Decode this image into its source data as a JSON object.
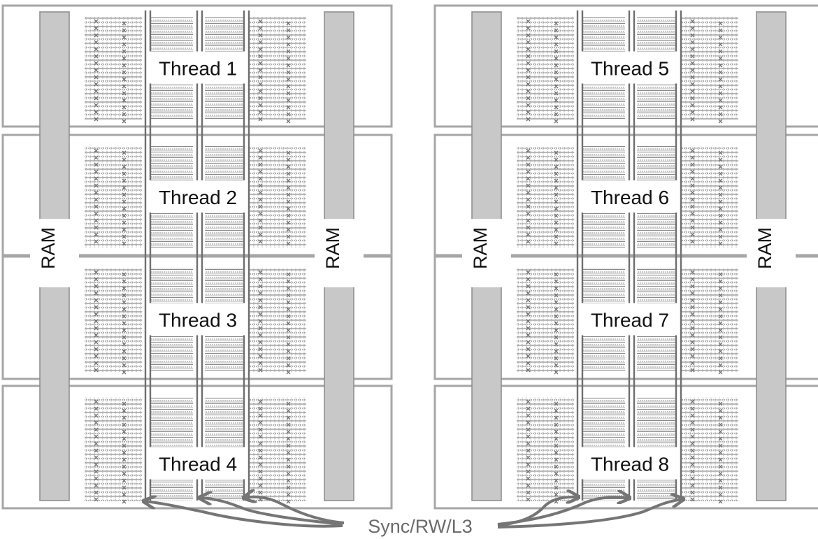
{
  "clusters": [
    {
      "ram_labels": [
        "RAM",
        "RAM"
      ],
      "threads": [
        "Thread 1",
        "Thread 2",
        "Thread 3",
        "Thread 4"
      ]
    },
    {
      "ram_labels": [
        "RAM",
        "RAM"
      ],
      "threads": [
        "Thread 5",
        "Thread 6",
        "Thread 7",
        "Thread 8"
      ]
    }
  ],
  "caption": "Sync/RW/L3",
  "colors": {
    "frame_stroke": "#a6a6a6",
    "ram_fill": "#c8c8c8",
    "ram_stroke": "#8a8a8a",
    "circuit": "#808080",
    "bus": "#6e6e6e",
    "arrow": "#757575",
    "text": "#111111",
    "caption_text": "#6b6b6b"
  },
  "icons": {
    "circuit": "gate-array-pattern",
    "arrow": "curved-arrow"
  }
}
